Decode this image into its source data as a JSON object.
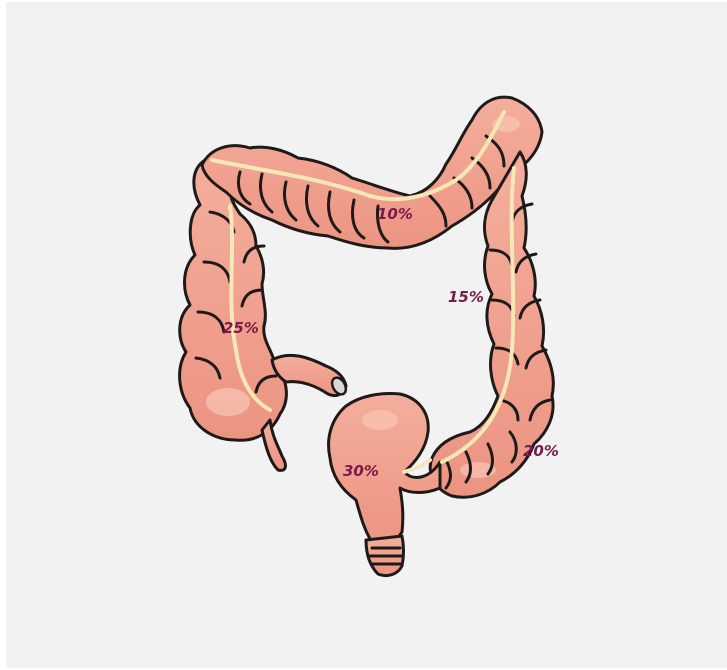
{
  "colors": {
    "background": "#f2f2f2",
    "tissue": "#f2a290",
    "tissue_dark": "#e08a7a",
    "highlight": "#f7c6b8",
    "outline": "#1f1a1a",
    "vessel": "#f6e8b6",
    "label": "#7a1a4a"
  },
  "segments": [
    {
      "id": "ascending",
      "label": "25%"
    },
    {
      "id": "transverse",
      "label": "10%"
    },
    {
      "id": "descending",
      "label": "15%"
    },
    {
      "id": "sigmoid-bend",
      "label": "20%"
    },
    {
      "id": "rectosigmoid",
      "label": "30%"
    }
  ]
}
